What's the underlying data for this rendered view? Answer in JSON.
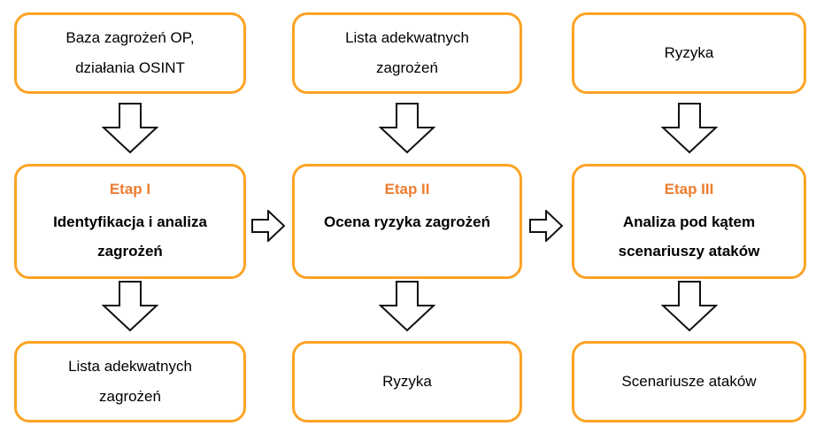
{
  "diagram": {
    "colors": {
      "box_border": "#FCA325",
      "stage_label": "#ED7D31",
      "text": "#000000",
      "arrow_stroke": "#111111",
      "arrow_fill": "#FFFFFF",
      "box_fill": "#FFFFFF"
    },
    "columns": [
      {
        "input": "Baza zagrożeń OP,\ndziałania OSINT",
        "stage_label": "Etap I",
        "stage_title": "Identyfikacja i analiza\nzagrożeń",
        "output": "Lista adekwatnych\nzagrożeń"
      },
      {
        "input": "Lista adekwatnych\nzagrożeń",
        "stage_label": "Etap II",
        "stage_title": "Ocena ryzyka zagrożeń",
        "output": "Ryzyka"
      },
      {
        "input": "Ryzyka",
        "stage_label": "Etap III",
        "stage_title": "Analiza pod kątem\nscenariuszy ataków",
        "output": "Scenariusze ataków"
      }
    ]
  }
}
